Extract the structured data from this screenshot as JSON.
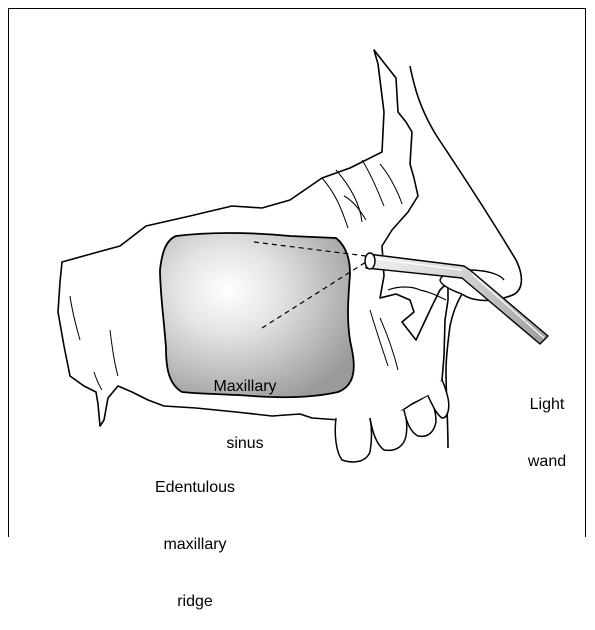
{
  "labels": {
    "maxillary_sinus_line1": "Maxillary",
    "maxillary_sinus_line2": "sinus",
    "light_wand_line1": "Light",
    "light_wand_line2": "wand",
    "ridge_line1": "Edentulous",
    "ridge_line2": "maxillary",
    "ridge_line3": "ridge"
  }
}
